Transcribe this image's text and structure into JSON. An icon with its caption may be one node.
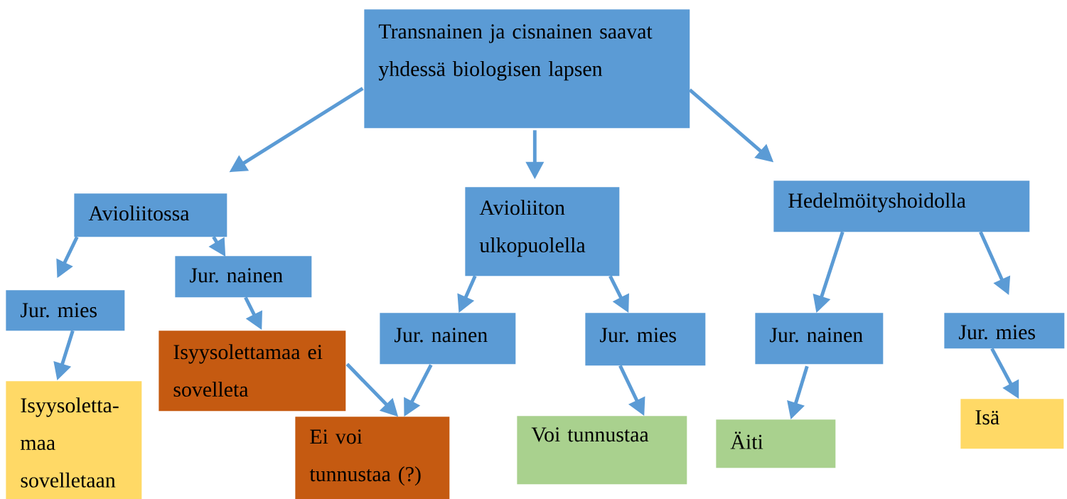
{
  "diagram": {
    "nodes": [
      {
        "text": [
          "Transnainen ja cisnainen saavat yhdessä biologisen lapsen"
        ]
      },
      {
        "text": [
          "Avioliitossa"
        ]
      },
      {
        "text": [
          "Jur. mies"
        ]
      },
      {
        "text": [
          "Jur. nainen"
        ]
      },
      {
        "text": [
          "Isyysoletta- maa sovelletaan"
        ]
      },
      {
        "text": [
          "Isyysolettamaa ei sovelleta"
        ]
      },
      {
        "text": [
          "Ei voi tunnustaa (?)"
        ]
      },
      {
        "text": [
          "Avioliiton ulkopuolella"
        ]
      },
      {
        "text": [
          "Jur. nainen"
        ]
      },
      {
        "text": [
          "Jur. mies"
        ]
      },
      {
        "text": [
          "Voi tunnustaa"
        ]
      },
      {
        "text": [
          "Hedelmöityshoidolla"
        ]
      },
      {
        "text": [
          "Jur. nainen"
        ]
      },
      {
        "text": [
          "Jur. mies"
        ]
      },
      {
        "text": [
          "Äiti"
        ]
      },
      {
        "text": [
          "Isä"
        ]
      }
    ],
    "edges": [
      {
        "from": 0,
        "to": 1,
        "arrow": "to"
      },
      {
        "from": 0,
        "to": 7,
        "arrow": "to"
      },
      {
        "from": 0,
        "to": 11,
        "arrow": "to"
      },
      {
        "from": 1,
        "to": 2,
        "arrow": "to"
      },
      {
        "from": 1,
        "to": 3,
        "arrow": "to"
      },
      {
        "from": 2,
        "to": 4,
        "arrow": "to"
      },
      {
        "from": 3,
        "to": 5,
        "arrow": "to"
      },
      {
        "from": 5,
        "to": 6,
        "arrow": "to"
      },
      {
        "from": 8,
        "to": 6,
        "arrow": "to"
      },
      {
        "from": 7,
        "to": 8,
        "arrow": "to"
      },
      {
        "from": 7,
        "to": 9,
        "arrow": "to"
      },
      {
        "from": 9,
        "to": 10,
        "arrow": "to"
      },
      {
        "from": 11,
        "to": 12,
        "arrow": "to"
      },
      {
        "from": 11,
        "to": 13,
        "arrow": "to"
      },
      {
        "from": 12,
        "to": 14,
        "arrow": "to"
      },
      {
        "from": 13,
        "to": 15,
        "arrow": "to"
      }
    ]
  }
}
